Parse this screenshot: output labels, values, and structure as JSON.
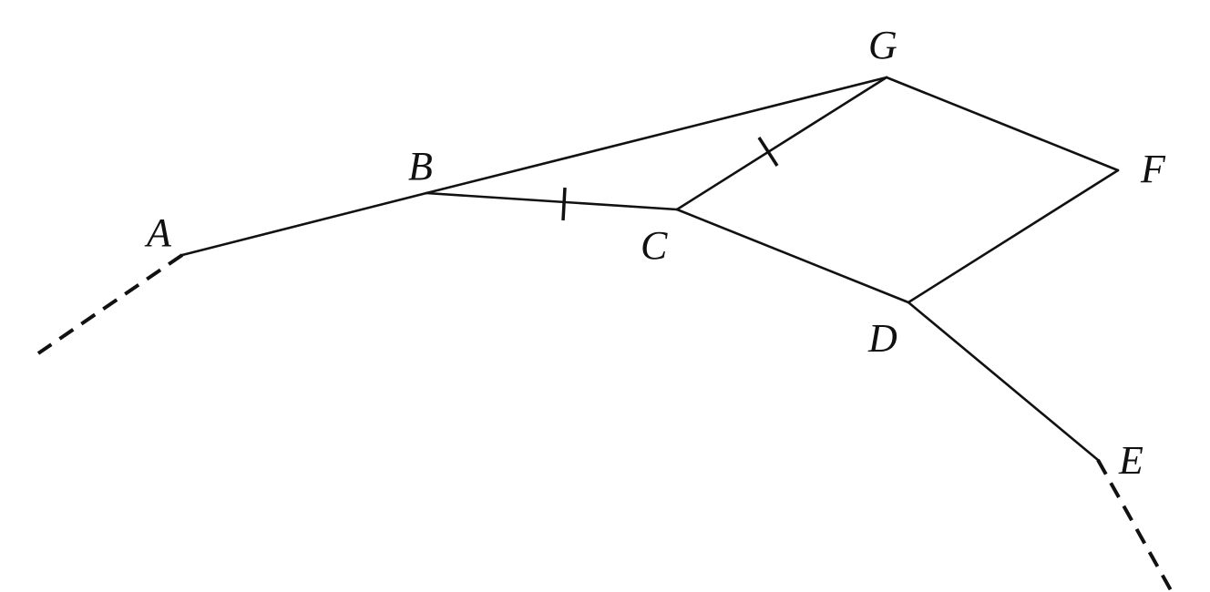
{
  "diagram": {
    "stroke_color": "#111111",
    "background": "#ffffff",
    "labels": {
      "A": "A",
      "B": "B",
      "C": "C",
      "D": "D",
      "E": "E",
      "F": "F",
      "G": "G"
    },
    "edges": [
      {
        "from": "A",
        "to": "B",
        "style": "solid"
      },
      {
        "from": "B",
        "to": "C",
        "style": "solid",
        "tick_mark": true
      },
      {
        "from": "C",
        "to": "D",
        "style": "solid"
      },
      {
        "from": "D",
        "to": "E",
        "style": "solid"
      },
      {
        "from": "B",
        "to": "G",
        "style": "solid"
      },
      {
        "from": "C",
        "to": "G",
        "style": "solid",
        "tick_mark": true
      },
      {
        "from": "G",
        "to": "F",
        "style": "solid"
      },
      {
        "from": "F",
        "to": "D",
        "style": "solid"
      }
    ],
    "rays": [
      {
        "from": "A",
        "style": "dashed"
      },
      {
        "from": "E",
        "style": "dashed"
      }
    ],
    "equal_segments": [
      [
        "B",
        "C"
      ],
      [
        "C",
        "G"
      ]
    ]
  }
}
